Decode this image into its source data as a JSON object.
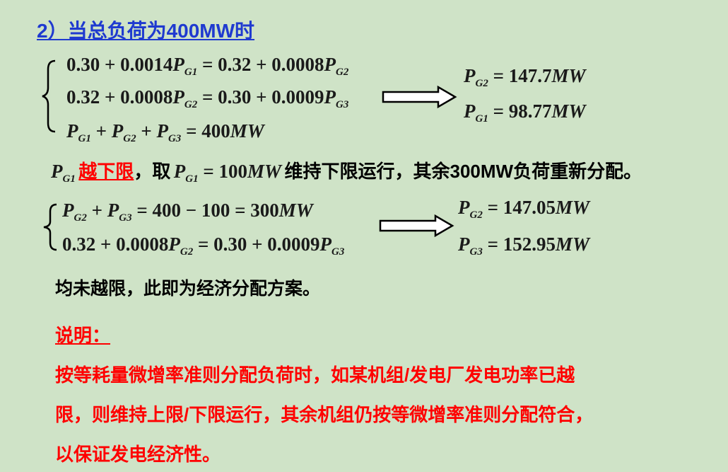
{
  "title": "2）当总负荷为400MW时",
  "system1": {
    "eq1": {
      "lhs": "0.30 + 0.0014",
      "mid": " = 0.32 + 0.0008"
    },
    "eq2": {
      "lhs": "0.32 + 0.0008",
      "mid": " = 0.30 + 0.0009"
    },
    "eq3": {
      "rhs": " = 400"
    },
    "result1": {
      "val": " = 147.7"
    },
    "result2": {
      "val": " = 98.77"
    }
  },
  "violation": {
    "over_limit": "越下限",
    "take": "，取",
    "value": " = 100",
    "rest": "维持下限运行，其余300MW负荷重新分配。"
  },
  "system2": {
    "eq1": {
      "rhs": " = 400 − 100 = 300"
    },
    "eq2": {
      "lhs": "0.32 + 0.0008",
      "mid": " = 0.30 + 0.0009"
    },
    "result1": {
      "val": " = 147.05"
    },
    "result2": {
      "val": " = 152.95"
    }
  },
  "conclusion": "均未越限，此即为经济分配方案。",
  "note": {
    "heading": "说明：",
    "line1": "按等耗量微增率准则分配负荷时，如某机组/发电厂发电功率已越",
    "line2": "限，则维持上限/下限运行，其余机组仍按等微增率准则分配符合，",
    "line3": "以保证发电经济性。"
  },
  "symbols": {
    "P": "P",
    "G1": "G1",
    "G2": "G2",
    "G3": "G3",
    "MW": "MW",
    "plus": " + "
  },
  "colors": {
    "title": "#1f3ad0",
    "note": "#ff0000",
    "background": "#cfe3c7"
  }
}
